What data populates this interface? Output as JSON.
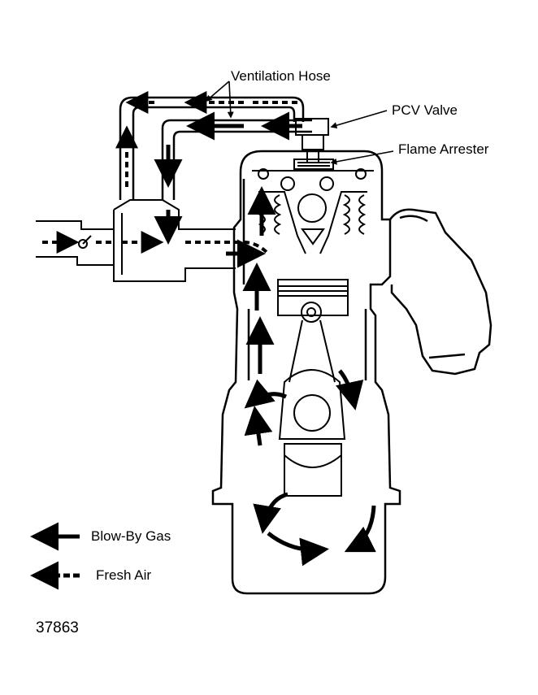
{
  "callouts": {
    "ventilation_hose": "Ventilation Hose",
    "pcv_valve": "PCV Valve",
    "flame_arrester": "Flame Arrester"
  },
  "legend": {
    "blow_by_gas": "Blow-By Gas",
    "fresh_air": "Fresh Air"
  },
  "figure_number": "37863",
  "colors": {
    "ink": "#000000",
    "paper": "#ffffff"
  }
}
